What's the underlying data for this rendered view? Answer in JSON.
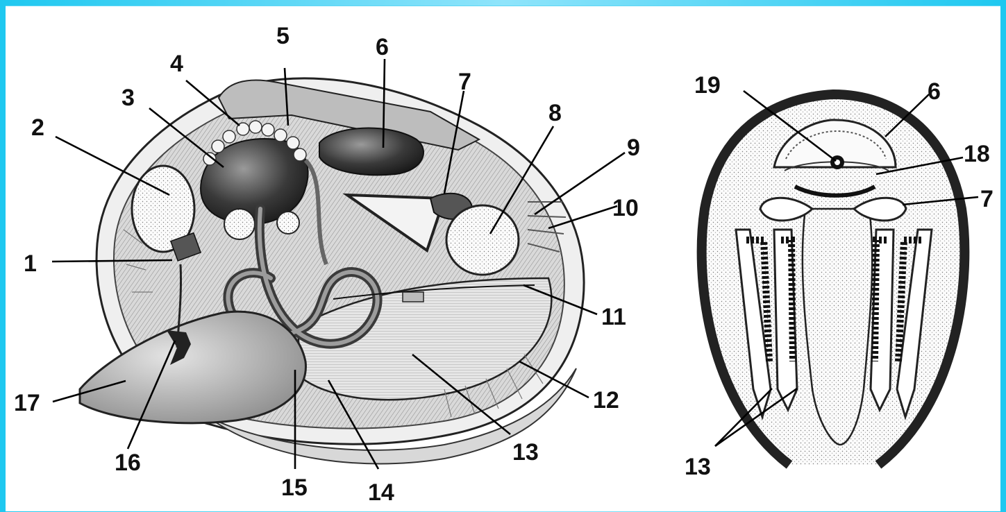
{
  "colors": {
    "frame": "#1ec8f0",
    "background": "#ffffff",
    "ink": "#111111"
  },
  "left_figure": {
    "labels": [
      "1",
      "2",
      "3",
      "4",
      "5",
      "6",
      "7",
      "8",
      "9",
      "10",
      "11",
      "12",
      "13",
      "14",
      "15",
      "16",
      "17"
    ]
  },
  "right_figure": {
    "labels": [
      "19",
      "6",
      "18",
      "7",
      "13"
    ]
  }
}
